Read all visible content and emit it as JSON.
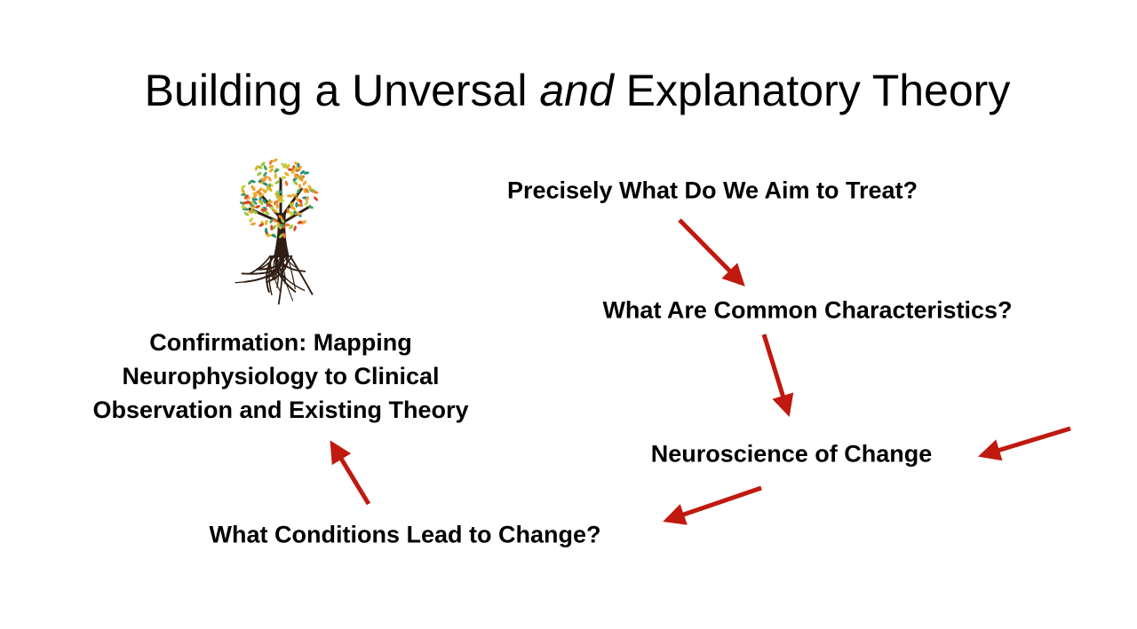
{
  "title": {
    "before": "Building a Unversal ",
    "emphasis": "and",
    "after": " Explanatory Theory"
  },
  "nodes": {
    "aim": "Precisely What Do We Aim to Treat?",
    "characteristics": "What Are Common Characteristics?",
    "neuroscience": "Neuroscience of Change",
    "conditions": "What Conditions Lead to Change?",
    "confirmation": [
      "Confirmation: Mapping",
      "Neurophysiology to Clinical",
      "Observation and Existing Theory"
    ]
  },
  "colors": {
    "arrow": "#c0190f",
    "trunk": "#2e1d12"
  },
  "icons": {
    "tree": "tree-with-roots-icon"
  }
}
